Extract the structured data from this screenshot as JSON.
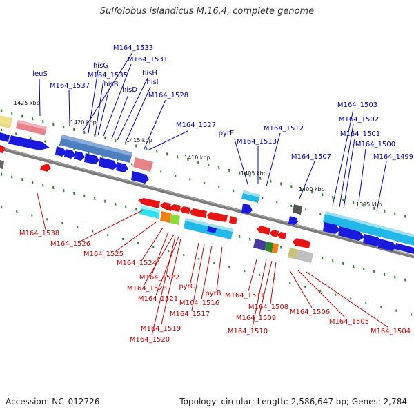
{
  "title": "Sulfolobus islandicus M.16.4, complete genome",
  "footer": {
    "accession": "Accession: NC_012726",
    "summary": "Topology: circular; Length: 2,586,647 bp; Genes: 2,784"
  },
  "colors": {
    "forward_label": "#0000cc",
    "reverse_label": "#cc0000",
    "backbone": "#808080",
    "tick": "#2a8a2a"
  },
  "scale_labels": [
    "1425 kbp",
    "1420 kbp",
    "1415 kbp",
    "1410 kbp",
    "1405 kbp",
    "1400 kbp",
    "1395 kbp"
  ],
  "forward_labels": [
    "leuS",
    "M164_1537",
    "M164_1533",
    "hisG",
    "M164_1531",
    "M164_1535",
    "hisB",
    "hisH",
    "hisD",
    "hisI",
    "M164_1528",
    "M164_1527",
    "pyrE",
    "M164_1513",
    "M164_1512",
    "M164_1507",
    "M164_1503",
    "M164_1502",
    "M164_1501",
    "M164_1500",
    "M164_1499"
  ],
  "reverse_labels": [
    "M164_1538",
    "M164_1526",
    "M164_1525",
    "M164_1524",
    "M164_1522",
    "M164_1523",
    "M164_1521",
    "pyrC",
    "pyrB",
    "M164_1516",
    "M164_1517",
    "M164_1519",
    "M164_1520",
    "M164_1511",
    "M164_1508",
    "M164_1509",
    "M164_1510",
    "M164_1506",
    "M164_1505",
    "M164_1504"
  ]
}
